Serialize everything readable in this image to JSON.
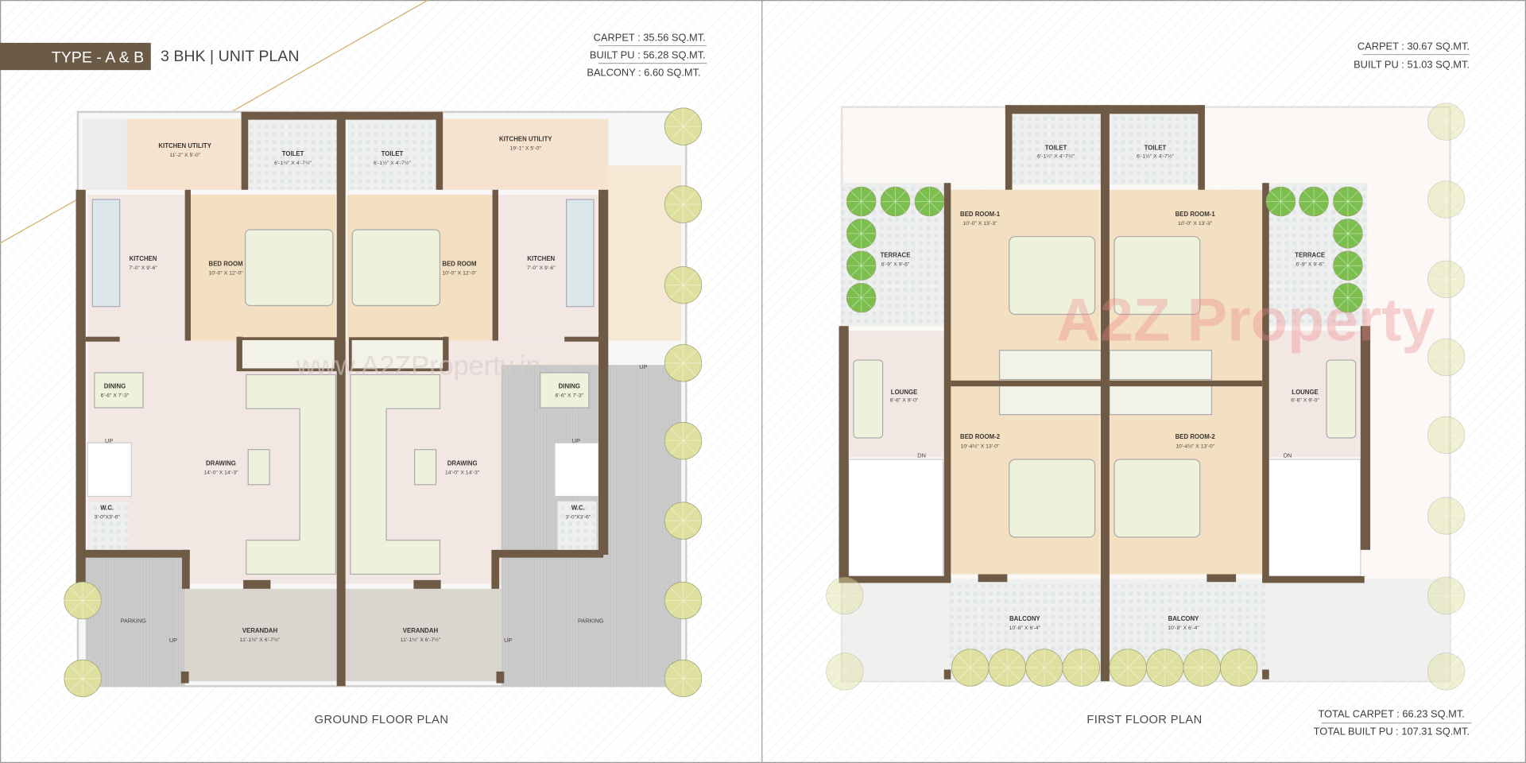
{
  "header": {
    "type_label": "TYPE - A & B",
    "plan_title": "3 BHK | UNIT PLAN",
    "brand_color": "#6b5a45"
  },
  "ground_floor": {
    "caption": "GROUND FLOOR PLAN",
    "areas": [
      "CARPET : 35.56 SQ.MT.",
      "BUILT PU : 56.28 SQ.MT.",
      "BALCONY : 6.60 SQ.MT."
    ],
    "watermark": "www.A2ZProperty.in",
    "rooms": [
      {
        "name": "KITCHEN UTILITY",
        "dim": "11'-2\" X 5'-0\""
      },
      {
        "name": "TOILET",
        "dim": "6'-1½\" X 4'-7½\""
      },
      {
        "name": "TOILET",
        "dim": "6'-1½\" X 4'-7½\""
      },
      {
        "name": "KITCHEN UTILITY",
        "dim": "19'-1\" X 5'-0\""
      },
      {
        "name": "KITCHEN",
        "dim": "7'-0\" X 9'-6\""
      },
      {
        "name": "BED ROOM",
        "dim": "10'-0\" X 12'-0\""
      },
      {
        "name": "BED ROOM",
        "dim": "10'-0\" X 12'-0\""
      },
      {
        "name": "KITCHEN",
        "dim": "7'-0\" X 9'-6\""
      },
      {
        "name": "DINING",
        "dim": "6'-6\" X 7'-3\""
      },
      {
        "name": "DINING",
        "dim": "6'-6\" X 7'-3\""
      },
      {
        "name": "DRAWING",
        "dim": "14'-0\" X 14'-3\""
      },
      {
        "name": "DRAWING",
        "dim": "14'-0\" X 14'-3\""
      },
      {
        "name": "W.C.",
        "dim": "3'-0\"X3'-6\""
      },
      {
        "name": "W.C.",
        "dim": "3'-0\"X3'-6\""
      },
      {
        "name": "VERANDAH",
        "dim": "11'-1½\" X 6'-7½\""
      },
      {
        "name": "VERANDAH",
        "dim": "11'-1½\" X 6'-7½\""
      }
    ],
    "parking_label": "PARKING",
    "up_label": "UP"
  },
  "first_floor": {
    "caption": "FIRST FLOOR PLAN",
    "areas": [
      "CARPET : 30.67 SQ.MT.",
      "BUILT PU : 51.03 SQ.MT."
    ],
    "totals": [
      "TOTAL CARPET  : 66.23 SQ.MT.",
      "TOTAL BUILT PU  : 107.31 SQ.MT."
    ],
    "watermark": "A2Z Property",
    "rooms": [
      {
        "name": "TOILET",
        "dim": "6'-1½\" X 4'-7½\""
      },
      {
        "name": "TOILET",
        "dim": "6'-1½\" X 4'-7½\""
      },
      {
        "name": "BED ROOM-1",
        "dim": "10'-0\" X 13'-3\""
      },
      {
        "name": "BED ROOM-1",
        "dim": "10'-0\" X 13'-3\""
      },
      {
        "name": "TERRACE",
        "dim": "6'-9\" X 9'-6\""
      },
      {
        "name": "TERRACE",
        "dim": "6'-9\" X 9'-6\""
      },
      {
        "name": "LOUNGE",
        "dim": "6'-6\" X 9'-0\""
      },
      {
        "name": "LOUNGE",
        "dim": "6'-6\" X 9'-0\""
      },
      {
        "name": "BED ROOM-2",
        "dim": "10'-4½\" X 13'-0\""
      },
      {
        "name": "BED ROOM-2",
        "dim": "10'-4½\" X 13'-0\""
      },
      {
        "name": "BALCONY",
        "dim": "10'-8\" X 6'-4\""
      },
      {
        "name": "BALCONY",
        "dim": "10'-8\" X 6'-4\""
      }
    ],
    "dn_label": "DN"
  },
  "colors": {
    "wall": "#6f5a45",
    "bedroom": "#f3dfc2",
    "living": "#f3e7e4",
    "utility": "#f5e3cf",
    "parking": "#cfcfcf",
    "verandah": "#dad5cf",
    "furniture": "#eef1dc",
    "tree_green": "#7cbf4e",
    "tree_yellow": "#dfe0a0"
  }
}
